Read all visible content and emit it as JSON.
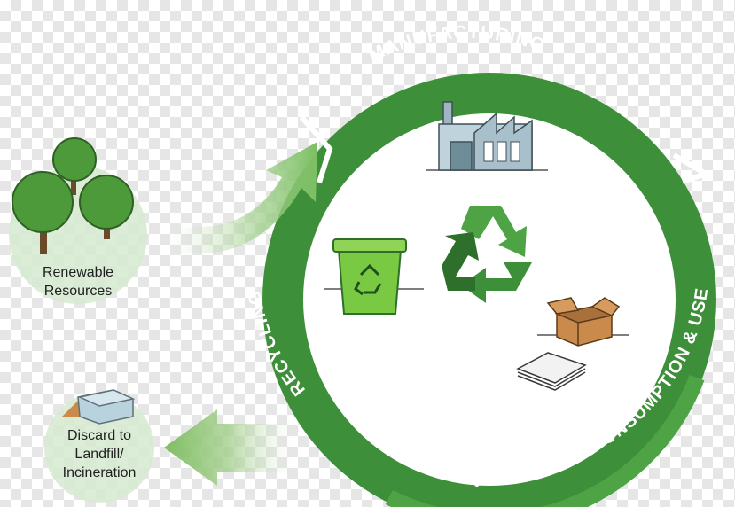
{
  "stages": {
    "manufacturing": "MANUFACTURING",
    "consumption": "CONSUMPTION & USE",
    "recycling": "RECYCLING"
  },
  "nodes": {
    "renewable": [
      "Renewable",
      "Resources"
    ],
    "discard": [
      "Discard to",
      "Landfill/",
      "Incineration"
    ]
  },
  "colors": {
    "ring": "#3e8f3a",
    "ring_light": "#4ea345",
    "ring_dark": "#2e6f2c",
    "bin": "#7ac943",
    "node_bg": "#d6ead0"
  }
}
